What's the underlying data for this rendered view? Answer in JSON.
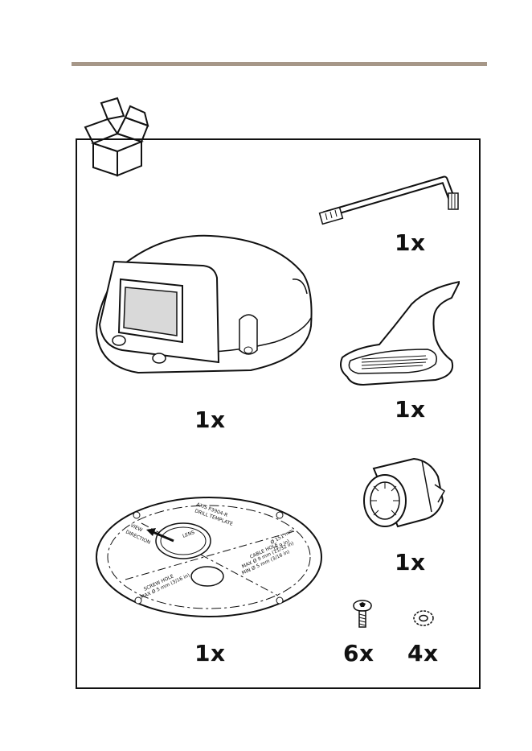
{
  "colors": {
    "rule": "#a69788",
    "ink": "#111111",
    "lens": "#d9d9d9"
  },
  "icons": [
    "package-box-icon",
    "camera-icon",
    "torx-key-icon",
    "lens-cleaner-tool-icon",
    "drill-template-icon",
    "cable-gasket-icon",
    "screw-icon",
    "lock-washer-icon"
  ],
  "quantities": {
    "torx_key": "1x",
    "camera": "1x",
    "tool": "1x",
    "gasket": "1x",
    "template": "1x",
    "screws": "6x",
    "washers": "4x"
  },
  "template_labels": {
    "line1": "AXIS P3904-R",
    "line2": "DRILL TEMPLATE",
    "line3": "Ø 151 mm",
    "line4": "(5.9 in)",
    "view": "VIEW",
    "direction": "DIRECTION",
    "lens": "LENS",
    "cable_hole": "CABLE HOLE",
    "cable_max": "MAX Ø 9 mm (11/32 in)",
    "cable_min": "MIN Ø 5 mm (3/16 in)",
    "screw_hole": "SCREW HOLE",
    "screw_max": "MAX Ø 5 mm (3/16 in)"
  }
}
